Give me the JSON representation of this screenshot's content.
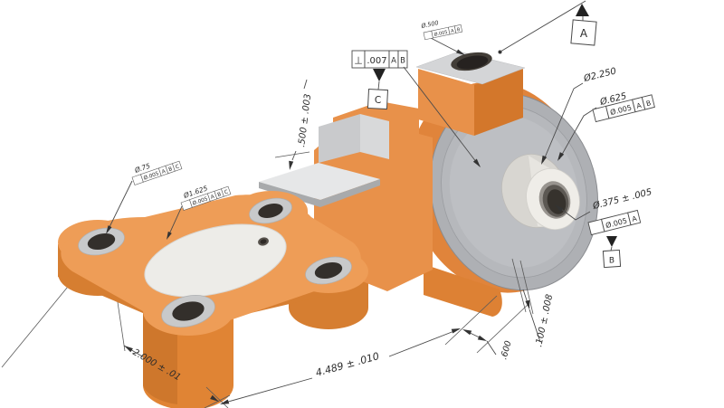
{
  "annotations": {
    "perp_frame": {
      "symbol": "⊥",
      "tol": ".007",
      "d1": "A",
      "d2": "B"
    },
    "datum_a": "A",
    "datum_b": "B",
    "datum_c": "C",
    "dia_2_250": "Ø2.250",
    "dia_625": "Ø.625",
    "pos_625": {
      "symbol": "⌖",
      "tol": "Ø.005",
      "d1": "A",
      "d2": "B"
    },
    "dia_375": "Ø.375 ± .005",
    "pos_375": {
      "symbol": "⌖",
      "tol": "Ø.005",
      "d1": "A"
    },
    "height_500": ".500 ± .003",
    "width_4489": "4.489 ± .010",
    "depth_600": ".600",
    "depth_100": ".100 ± .008",
    "height_2000": "2.000 ± .01",
    "left_hole_dia": "Ø.75",
    "left_hole_pos": {
      "symbol": "⌖",
      "tol": "Ø.005",
      "d1": "A",
      "d2": "B",
      "d3": "C"
    },
    "left_boss_dia": "Ø1.625",
    "left_boss_pos": {
      "symbol": "⌖",
      "tol": "Ø.005",
      "d1": "A",
      "d2": "B",
      "d3": "C"
    },
    "top_hole_dia": "Ø.500",
    "top_hole_pos": {
      "symbol": "⌖",
      "tol": "Ø.005",
      "d1": "A",
      "d2": "B"
    }
  },
  "colors": {
    "background": "#ffffff",
    "part_orange": "#E8914A",
    "part_orange_light": "#EE9D57",
    "part_orange_dark": "#D3772B",
    "machined_gray": "#AEB0B4",
    "machined_gray_light": "#E6E7E8",
    "hub_white": "#EFEDE8",
    "hole_dark": "#332F2B",
    "annotation_line": "#4a4a4a"
  }
}
